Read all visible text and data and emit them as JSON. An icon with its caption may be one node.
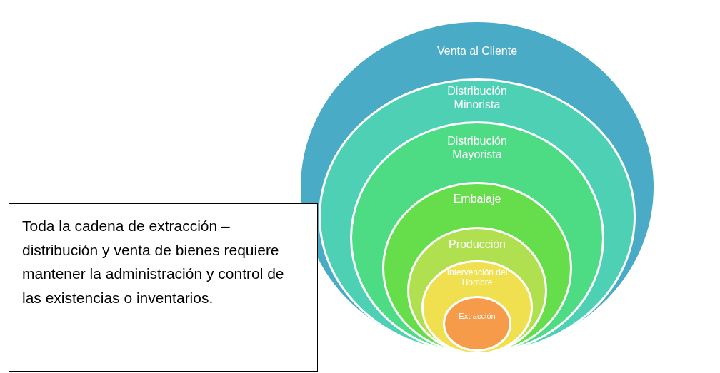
{
  "diagram": {
    "nodes": [
      {
        "text": [
          "Venta al Cliente"
        ]
      },
      {
        "text": [
          "Distribución Minorista"
        ],
        "in": 0
      },
      {
        "text": [
          "Distribución Mayorista"
        ],
        "in": 1
      },
      {
        "text": [
          "Embalaje"
        ],
        "in": 2
      },
      {
        "text": [
          "Producción"
        ],
        "in": 3
      },
      {
        "text": [
          "Intervención del Hombre"
        ],
        "in": 4
      },
      {
        "text": [
          "Extracción"
        ],
        "in": 5
      },
      {
        "text": [
          "Toda la cadena de extracción – distribución y venta de bienes requiere mantener la administración y control de las existencias o inventarios."
        ]
      }
    ]
  }
}
